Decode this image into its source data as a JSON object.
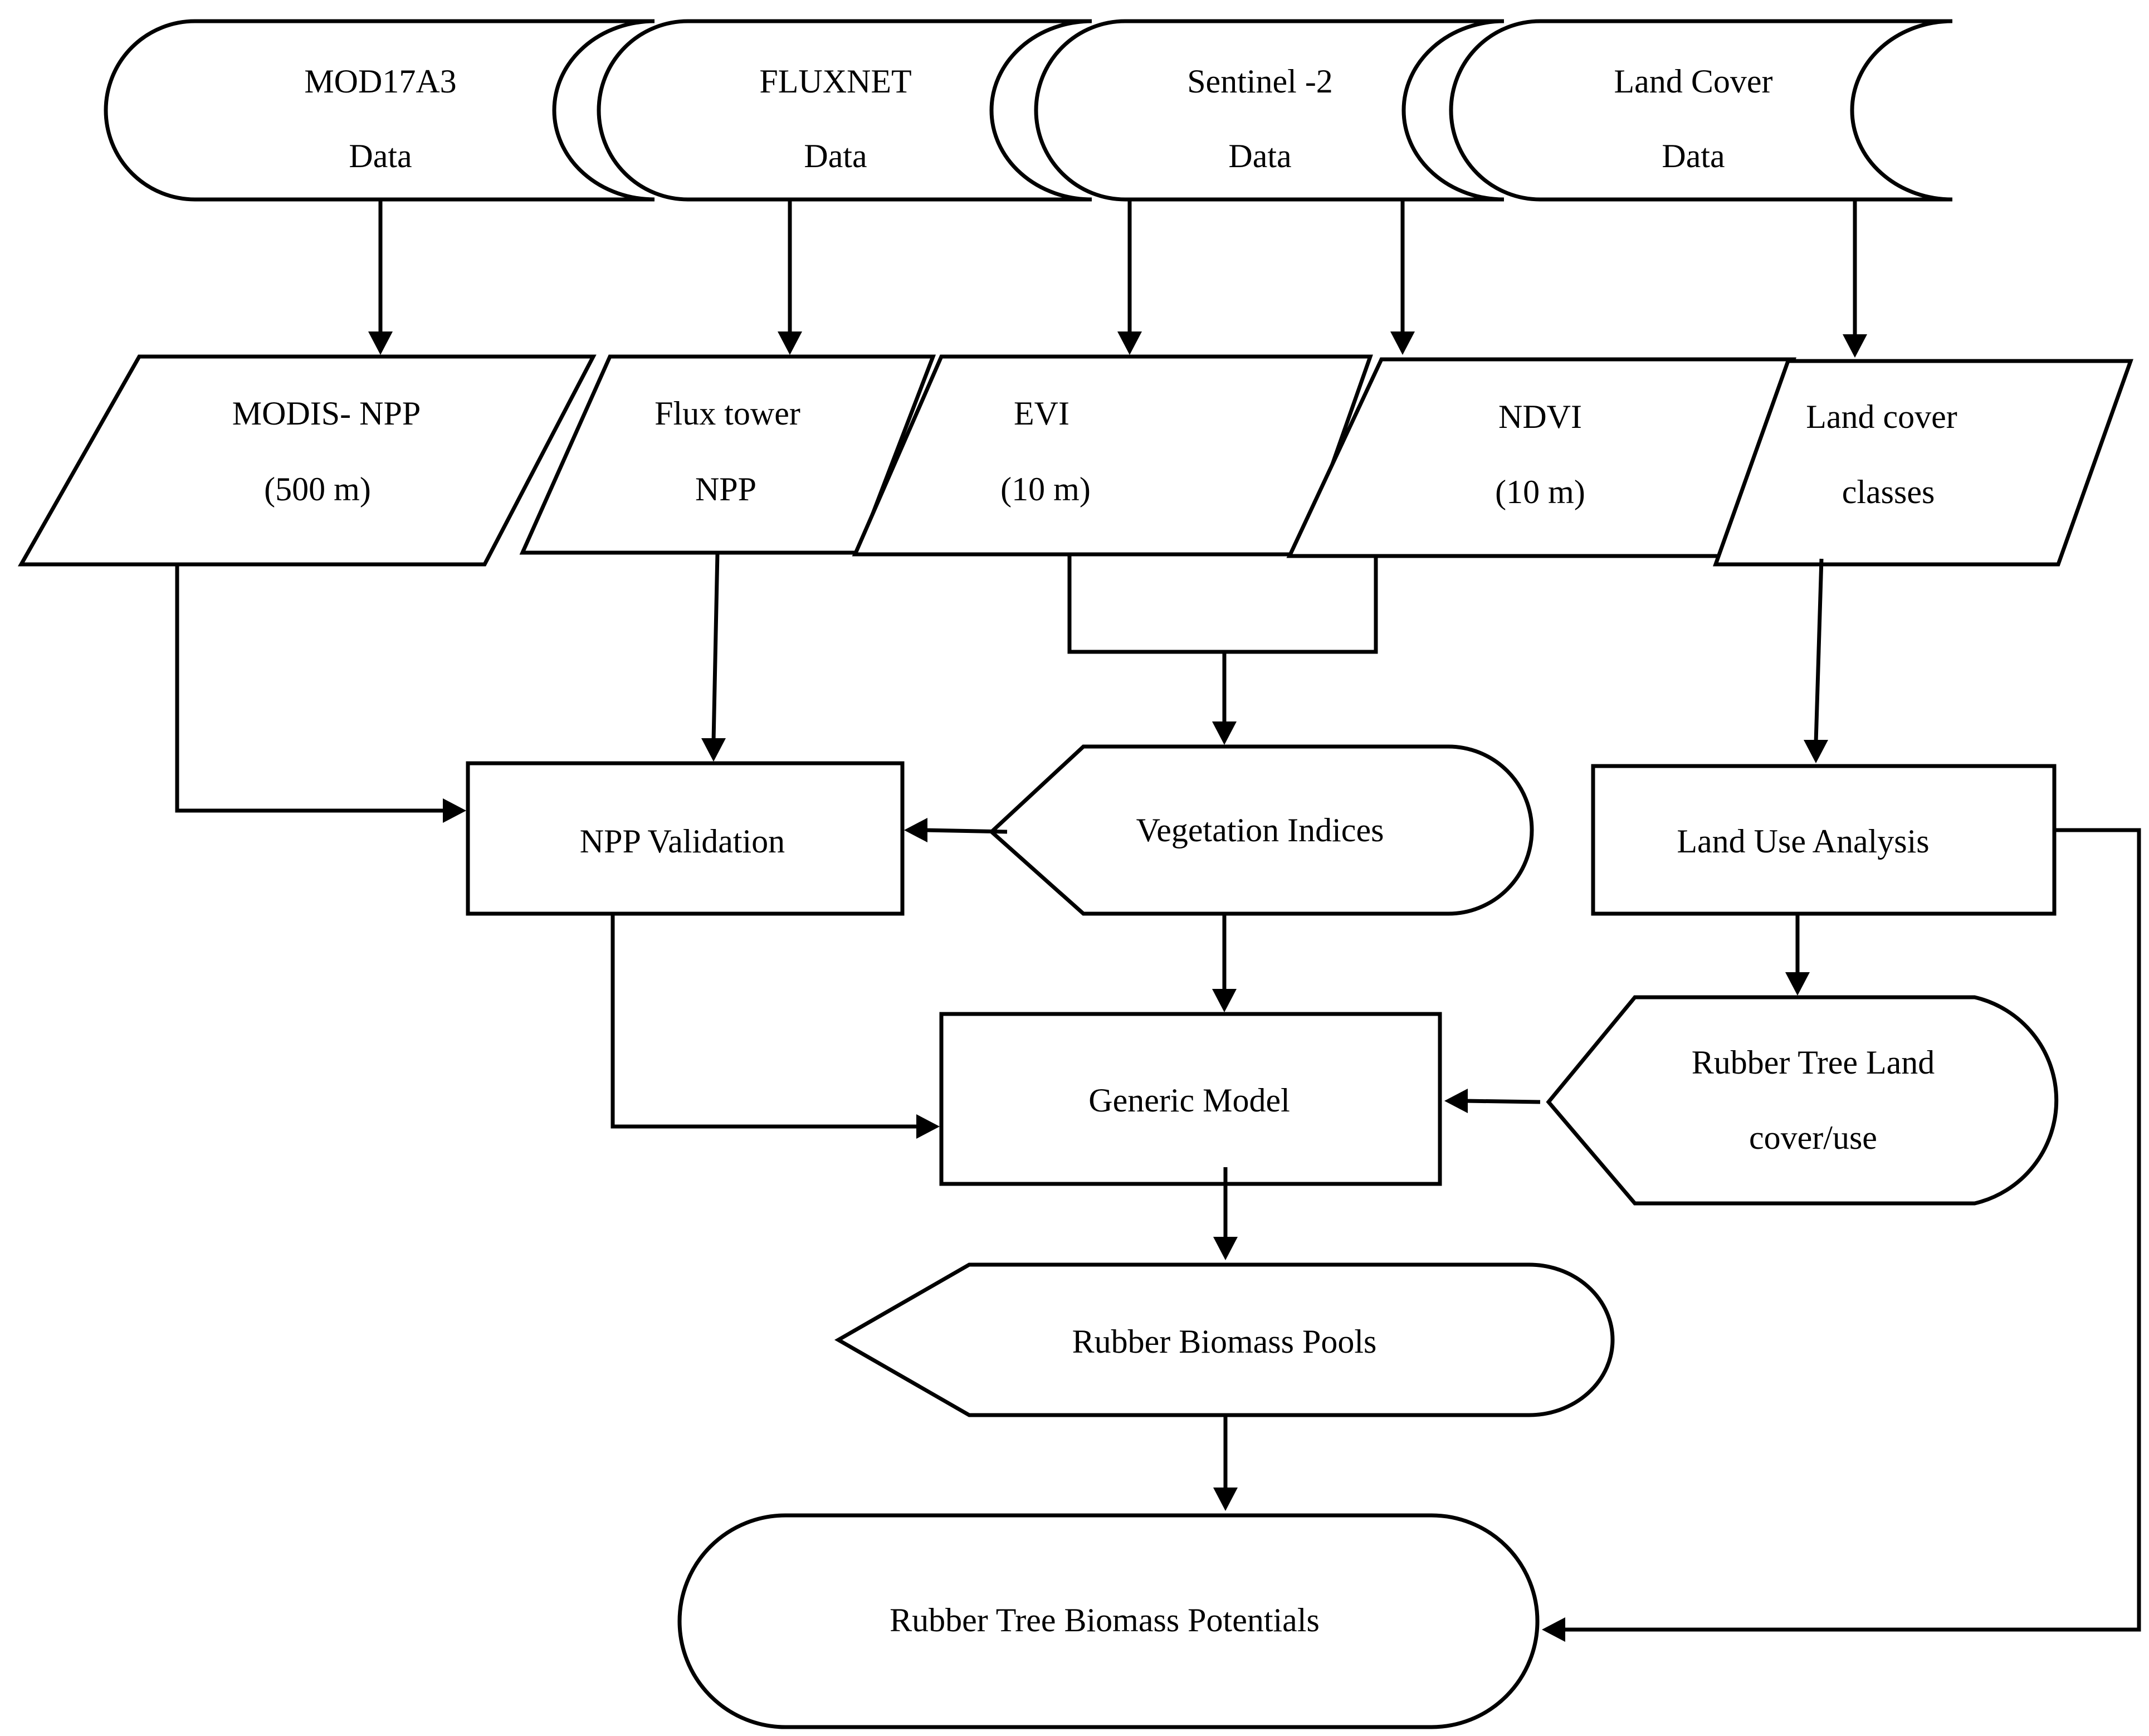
{
  "sources": {
    "mod17a3": [
      "MOD17A3",
      "Data"
    ],
    "fluxnet": [
      "FLUXNET",
      "Data"
    ],
    "sentinel2": [
      "Sentinel -2",
      "Data"
    ],
    "landcover": [
      "Land Cover",
      "Data"
    ]
  },
  "inputs": {
    "modis_npp": [
      "MODIS- NPP",
      "(500 m)"
    ],
    "flux_tower_npp": [
      "Flux tower",
      "NPP"
    ],
    "evi": [
      "EVI",
      "(10 m)"
    ],
    "ndvi": [
      "NDVI",
      "(10 m)"
    ],
    "land_cover_classes": [
      "Land cover",
      "classes"
    ]
  },
  "process": {
    "npp_validation": "NPP Validation",
    "vegetation_indices": "Vegetation Indices",
    "land_use_analysis": "Land Use Analysis",
    "generic_model": "Generic Model",
    "rubber_tree_land": [
      "Rubber Tree Land",
      "cover/use"
    ],
    "rubber_biomass_pools": "Rubber Biomass Pools",
    "rubber_tree_biomass_potentials": "Rubber Tree Biomass Potentials"
  }
}
